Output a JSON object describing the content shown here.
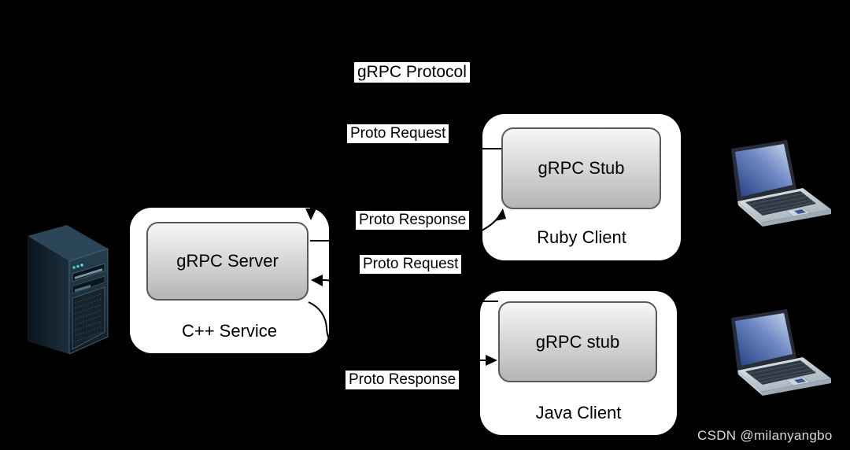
{
  "title": "gRPC architecture diagram",
  "labels": {
    "protocol": "gRPC Protocol",
    "request_top": "Proto Request",
    "response_upper": "Proto Response",
    "request_lower": "Proto Request",
    "response_bottom": "Proto Response"
  },
  "groups": {
    "cpp": {
      "title": "C++ Service",
      "inner": "gRPC Server"
    },
    "ruby": {
      "title": "Ruby Client",
      "inner": "gRPC Stub"
    },
    "java": {
      "title": "Java Client",
      "inner": "gRPC stub"
    }
  },
  "icons": {
    "server": "server-tower-icon",
    "ruby_device": "laptop-icon",
    "java_device": "laptop-icon"
  },
  "watermark": {
    "text": "CSDN @milanyangbo"
  },
  "colors": {
    "background": "#000000",
    "container_fill": "#ffffff",
    "inner_box_top": "#f7f7f7",
    "inner_box_bottom": "#b5b5b5",
    "inner_box_border": "#595959",
    "connector": "#000000",
    "label_bg": "#ffffff",
    "text": "#000000",
    "watermark_text": "#d9d9d9",
    "laptop_screen_blue": "#3a55a0",
    "tower_body": "#1b2f3d"
  }
}
